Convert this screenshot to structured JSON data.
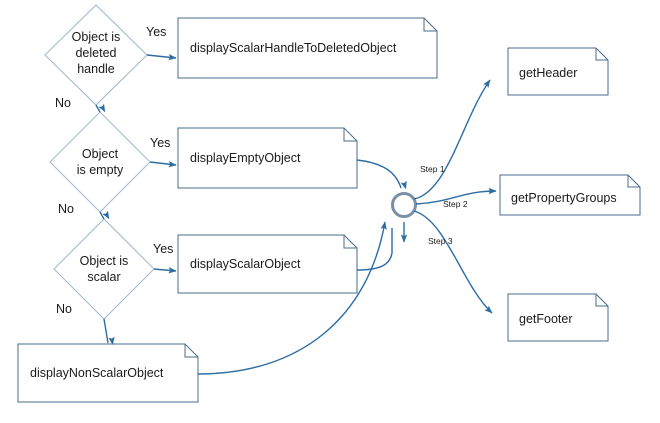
{
  "diagram": {
    "type": "flowchart",
    "colors": {
      "box_border": "#4a6c8c",
      "diamond_border": "#9db7ce",
      "connector": "#2e6da4",
      "junction_ring": "#7b8fa6",
      "text": "#1a1a1a",
      "background": "#ffffff"
    },
    "decisions": [
      {
        "id": "d1",
        "label_lines": [
          "Object is",
          "deleted",
          "handle"
        ],
        "yes_label": "Yes",
        "no_label": "No"
      },
      {
        "id": "d2",
        "label_lines": [
          "Object",
          "is empty"
        ],
        "yes_label": "Yes",
        "no_label": "No"
      },
      {
        "id": "d3",
        "label_lines": [
          "Object is",
          "scalar"
        ],
        "yes_label": "Yes",
        "no_label": "No"
      }
    ],
    "process_boxes": [
      {
        "id": "p1",
        "label": "displayScalarHandleToDeletedObject"
      },
      {
        "id": "p2",
        "label": "displayEmptyObject"
      },
      {
        "id": "p3",
        "label": "displayScalarObject"
      },
      {
        "id": "p4",
        "label": "displayNonScalarObject"
      }
    ],
    "junction": {
      "id": "j1",
      "name": "merge-junction"
    },
    "step_labels": [
      "Step 1",
      "Step 2",
      "Step 3"
    ],
    "output_boxes": [
      {
        "id": "o1",
        "label": "getHeader"
      },
      {
        "id": "o2",
        "label": "getPropertyGroups"
      },
      {
        "id": "o3",
        "label": "getFooter"
      }
    ]
  }
}
